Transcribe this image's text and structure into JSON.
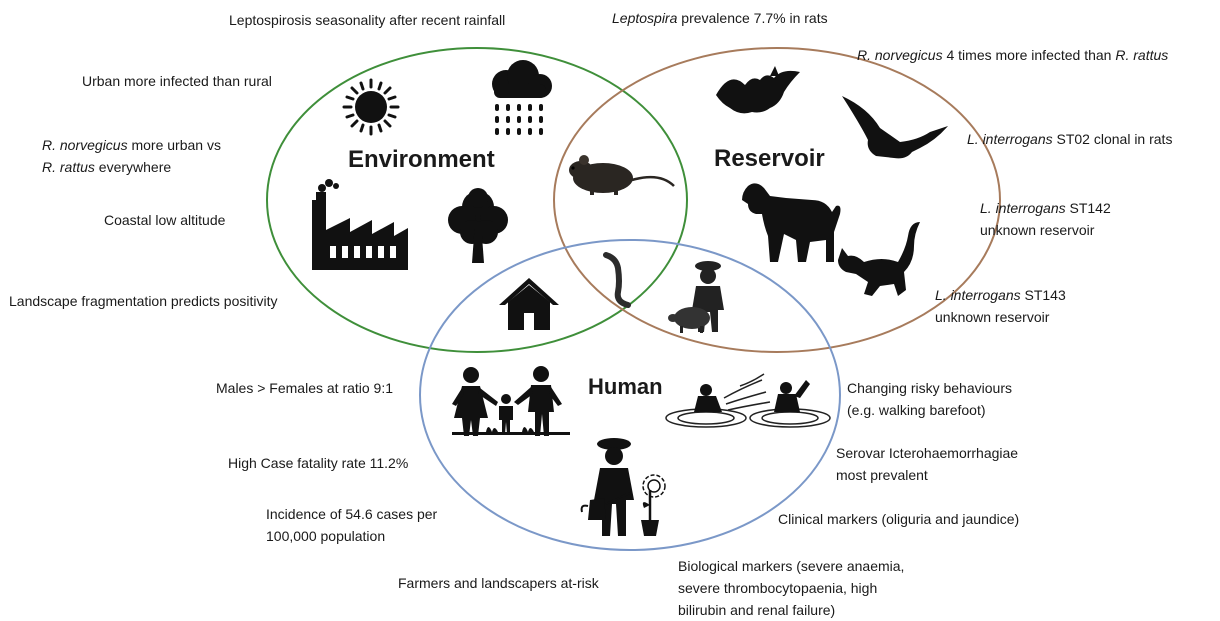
{
  "colors": {
    "environment": "#3f8f3a",
    "reservoir": "#a77b5c",
    "human": "#7b98c8",
    "icon": "#111111"
  },
  "circles": {
    "environment": "Environment",
    "reservoir": "Reservoir",
    "human": "Human"
  },
  "icons": [
    "sun-icon",
    "rain-cloud-icon",
    "factory-icon",
    "tree-icon",
    "house-icon",
    "rat-icon",
    "worm-icon",
    "bat-icon",
    "bird-icon",
    "dog-icon",
    "cat-icon",
    "farmer-with-pig-icon",
    "family-icon",
    "people-in-water-icon",
    "gardener-icon"
  ],
  "environment_notes": {
    "seasonality": "Leptospirosis seasonality after recent rainfall",
    "urban": "Urban more infected than rural",
    "norvegicus_italic": "R. norvegicus",
    "norvegicus_rest": " more urban vs",
    "rattus_italic": "R. rattus",
    "rattus_rest": " everywhere",
    "coastal": "Coastal low altitude",
    "landscape": "Landscape fragmentation predicts positivity"
  },
  "reservoir_notes": {
    "prevalence_italic": "Leptospira",
    "prevalence_rest": " prevalence 7.7% in rats",
    "times_a_italic": "R. norvegicus",
    "times_mid": " 4 times more infected than ",
    "times_b_italic": "R. rattus",
    "st02_italic": "L. interrogans",
    "st02_rest": " ST02 clonal in rats",
    "st142_italic": "L. interrogans",
    "st142_rest": " ST142",
    "st142_line2": "unknown reservoir",
    "st143_italic": "L. interrogans",
    "st143_rest": " ST143",
    "st143_line2": "unknown reservoir"
  },
  "human_notes": {
    "males": "Males > Females at ratio 9:1",
    "fatality": "High Case fatality rate 11.2%",
    "incidence_line1": "Incidence of 54.6 cases per",
    "incidence_line2": "100,000 population",
    "farmers": "Farmers and landscapers at-risk",
    "behaviour_line1": "Changing risky behaviours",
    "behaviour_line2": "(e.g. walking barefoot)",
    "serovar_line1": "Serovar Icterohaemorrhagiae",
    "serovar_line2": "most prevalent",
    "clinical": "Clinical markers (oliguria and jaundice)",
    "bio_line1": "Biological markers (severe anaemia,",
    "bio_line2": "severe thrombocytopaenia, high",
    "bio_line3": "bilirubin and renal failure)"
  }
}
